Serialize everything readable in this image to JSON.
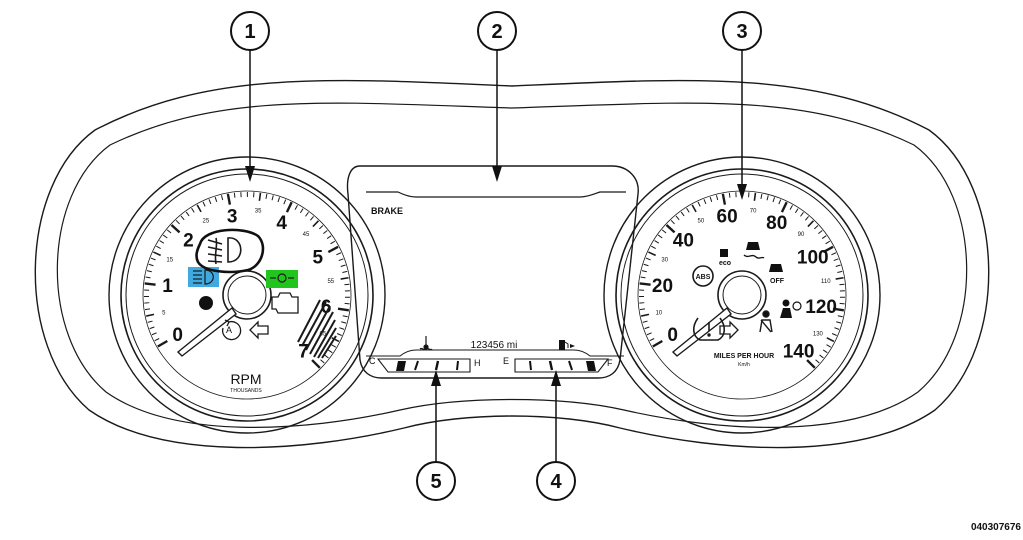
{
  "callouts": [
    "1",
    "2",
    "3",
    "4",
    "5"
  ],
  "tachometer": {
    "major_ticks": [
      "0",
      "1",
      "2",
      "3",
      "4",
      "5",
      "6",
      "7"
    ],
    "minor_ticks": [
      "5",
      "15",
      "25",
      "35",
      "45",
      "55",
      "65"
    ],
    "label": "RPM",
    "sublabel": "THOUSANDS"
  },
  "speedometer": {
    "major_ticks": [
      "0",
      "20",
      "40",
      "60",
      "80",
      "100",
      "120",
      "140"
    ],
    "minor_ticks": [
      "10",
      "30",
      "50",
      "70",
      "90",
      "110",
      "130"
    ],
    "label": "MILES PER HOUR",
    "sublabel": "Km/h",
    "icon_labels": {
      "abs": "ABS",
      "eco": "eco",
      "off": "OFF"
    }
  },
  "center_display": {
    "brake_label": "BRAKE",
    "odometer": "123456 mi",
    "temp_gauge": {
      "low": "C",
      "high": "H"
    },
    "fuel_gauge": {
      "low": "E",
      "high": "F"
    }
  },
  "figure_id": "040307676",
  "colors": {
    "highbeam_indicator": "#3fa9e0",
    "foglamp_indicator": "#22c41e",
    "line": "#1a1a1a"
  }
}
